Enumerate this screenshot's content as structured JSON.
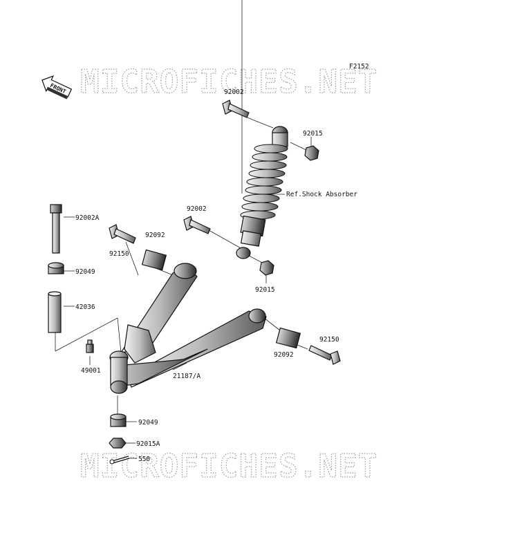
{
  "figure_code": "F2152",
  "front_arrow_label": "FRONT",
  "watermark_text": "MICROFICHES.NET",
  "labels": {
    "bolt_92002_top": "92002",
    "nut_92015_top": "92015",
    "shock_ref": "Ref.Shock Absorber",
    "bolt_92002_mid": "92002",
    "nut_92015_mid": "92015",
    "bolt_92002a": "92002A",
    "bushing_92049_top": "92049",
    "pipe_42036": "42036",
    "grease_nipple_49001": "49001",
    "bolt_92150_left": "92150",
    "collar_92092_left": "92092",
    "arm_21187": "21187/A",
    "collar_92092_right": "92092",
    "bolt_92150_right": "92150",
    "bushing_92049_bottom": "92049",
    "nut_92015a": "92015A",
    "cotter_pin_550": "550"
  },
  "colors": {
    "line": "#111111",
    "watermark": "#9a9a9a",
    "background": "#ffffff"
  }
}
